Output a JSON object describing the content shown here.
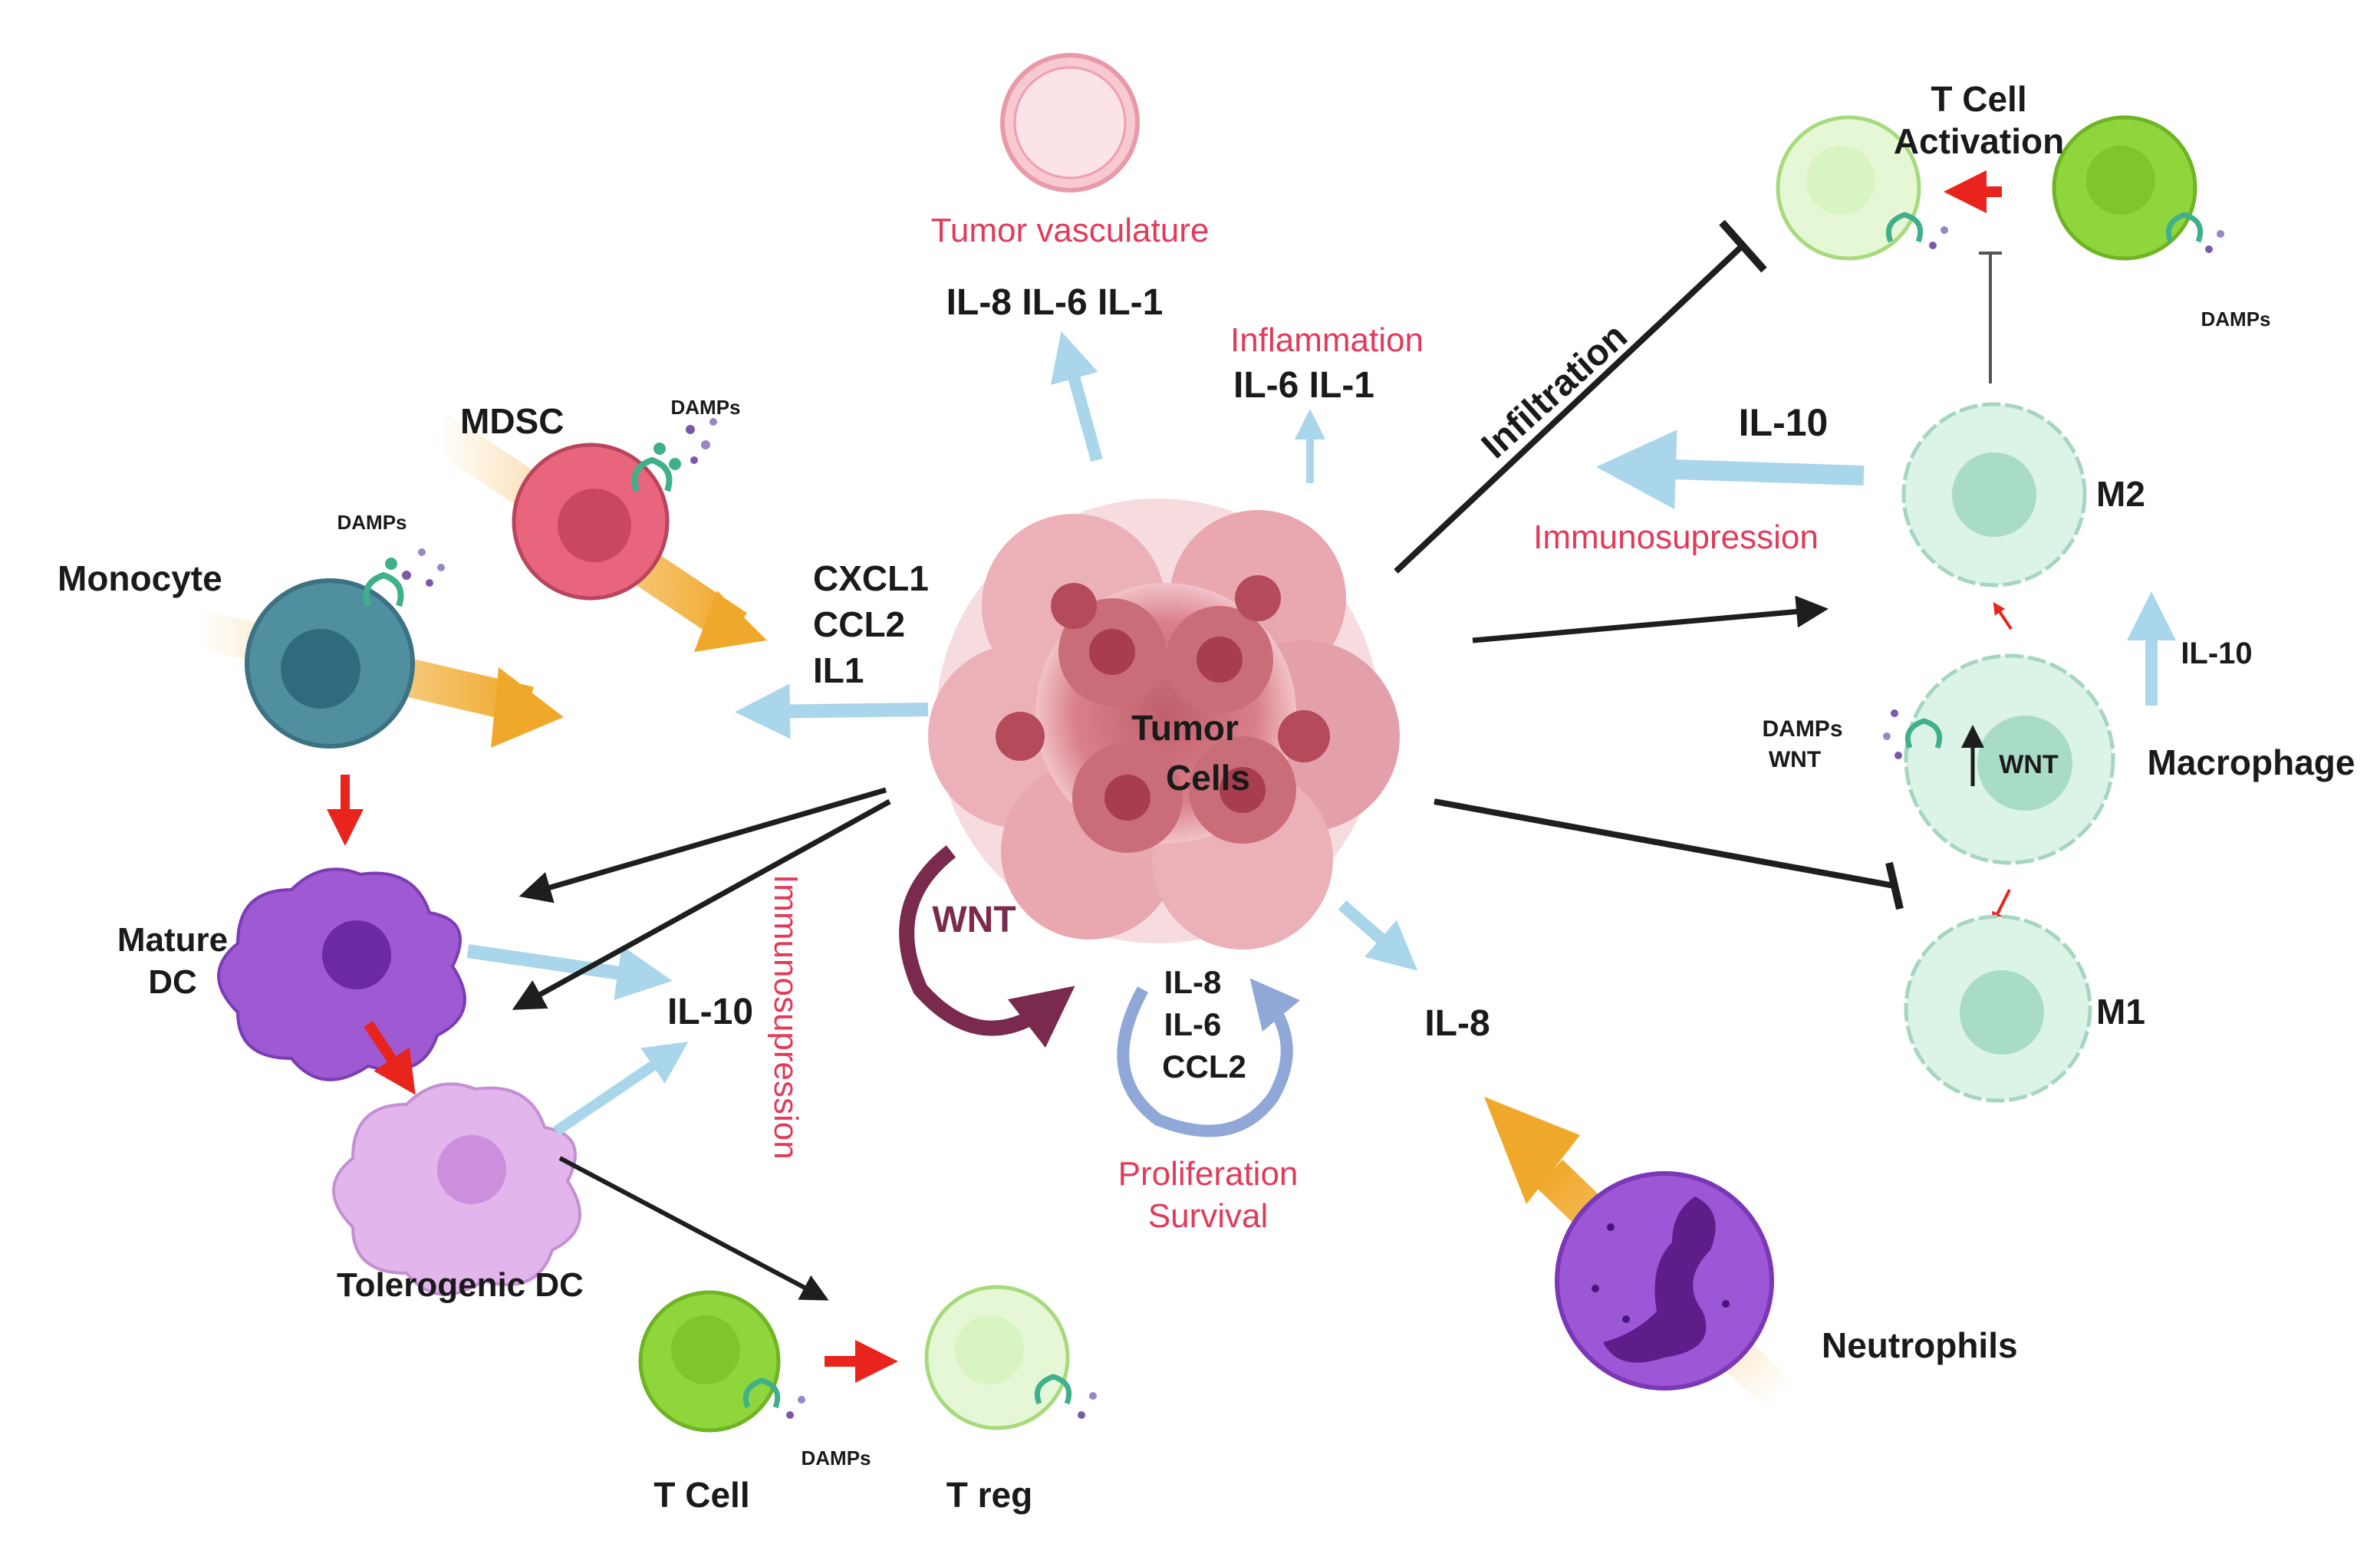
{
  "labels": {
    "tumor_cells_line1": "Tumor",
    "tumor_cells_line2": "Cells",
    "tumor_vasculature": "Tumor vasculature",
    "vasc_cytokines": "IL-8 IL-6 IL-1",
    "inflammation": "Inflammation",
    "inflam_cytokines": "IL-6 IL-1",
    "chemokine_1": "CXCL1",
    "chemokine_2": "CCL2",
    "chemokine_3": "IL1",
    "mdsc": "MDSC",
    "monocyte": "Monocyte",
    "damps": "DAMPs",
    "mature_dc_line1": "Mature",
    "mature_dc_line2": "DC",
    "tolerogenic_dc": "Tolerogenic DC",
    "il10_left": "IL-10",
    "immunosupression_vertical": "Immunosupression",
    "wnt_loop": "WNT",
    "auto_1": "IL-8",
    "auto_2": "IL-6",
    "auto_3": "CCL2",
    "proliferation": "Proliferation",
    "survival": "Survival",
    "il8_right": "IL-8",
    "neutrophils": "Neutrophils",
    "t_cell": "T Cell",
    "t_reg": "T reg",
    "infiltration": "Infiltration",
    "t_cell_activation_line1": "T Cell",
    "t_cell_activation_line2": "Activation",
    "il10_right": "IL-10",
    "immunosupression_right": "Immunosupression",
    "m2": "M2",
    "m1": "M1",
    "macrophage": "Macrophage",
    "il10_small": "IL-10",
    "macro_damps": "DAMPs",
    "macro_wnt": "WNT",
    "wnt_inside": "WNT"
  },
  "colors": {
    "tumor": "#d9808b",
    "tumor_dark": "#b54a5a",
    "light_blue_arrow": "#a9d6ea",
    "orange_arrow": "#f0a82a",
    "red_arrow": "#e8241c",
    "black_arrow": "#1e1e1e",
    "label_red": "#e23b5a",
    "mdsc": "#e8657d",
    "monocyte": "#4f8fa0",
    "mature_dc": "#9d5ad2",
    "tolerogenic_dc": "#e2b6ec",
    "t_cell": "#8ed63c",
    "t_reg": "#d8f4c0",
    "macrophage": "#d8f2e6",
    "neutrophil": "#9b57d6",
    "wnt_loop": "#7a2a4d",
    "vasculature": "#f7c9d1"
  }
}
